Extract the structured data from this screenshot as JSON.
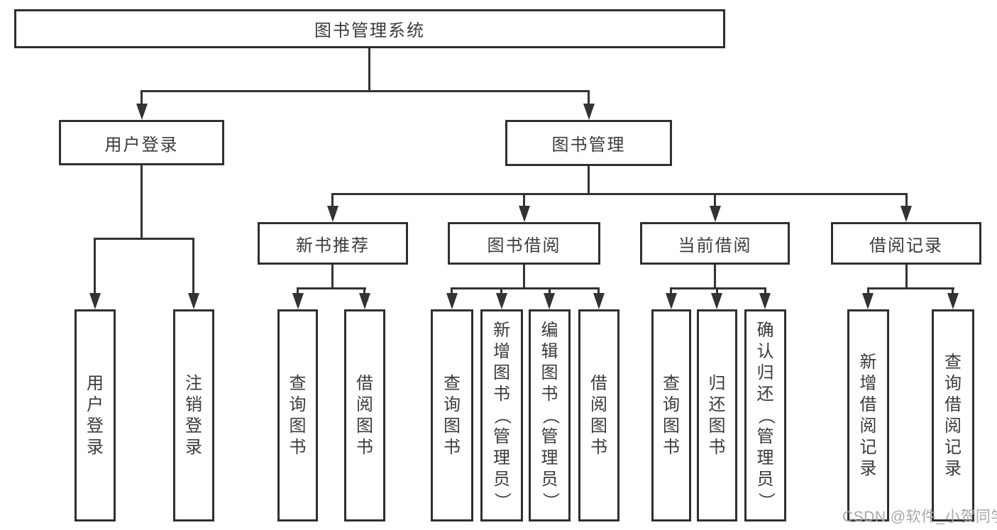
{
  "colors": {
    "line": "#333333",
    "box_border": "#2f2f2f",
    "box_background": "#ffffff",
    "text": "#3b3b3b",
    "watermark": "#a8a8a8"
  },
  "tree": {
    "root": "图书管理系统",
    "children": [
      {
        "label": "用户登录",
        "children": [
          "用户登录",
          "注销登录"
        ]
      },
      {
        "label": "图书管理",
        "children": [
          {
            "label": "新书推荐",
            "children": [
              "查询图书",
              "借阅图书"
            ]
          },
          {
            "label": "图书借阅",
            "children": [
              "查询图书",
              "新增图书（管理员）",
              "编辑图书（管理员）",
              "借阅图书"
            ]
          },
          {
            "label": "当前借阅",
            "children": [
              "查询图书",
              "归还图书",
              "确认归还（管理员）"
            ]
          },
          {
            "label": "借阅记录",
            "children": [
              "新增借阅记录",
              "查询借阅记录"
            ]
          }
        ]
      }
    ]
  },
  "watermark": {
    "text": "CSDN @软件_小贺同学"
  }
}
